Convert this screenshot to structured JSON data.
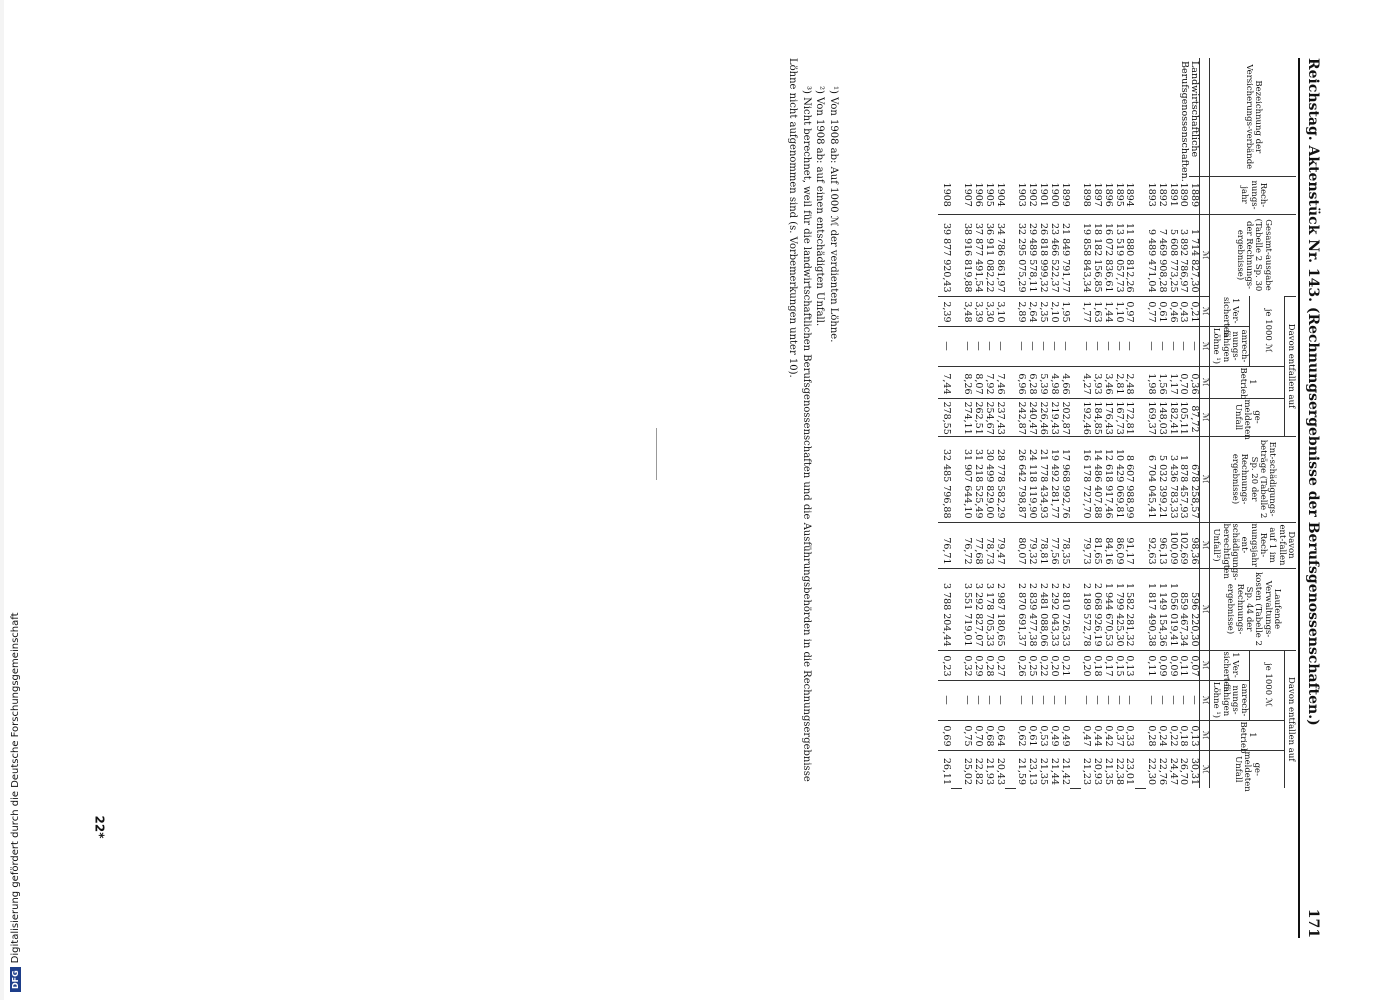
{
  "running_head": {
    "left": "Reichstag. Aktenstück Nr. 143. (Rechnungsergebnisse der Berufsgenossenschaften.)",
    "page_number": "171"
  },
  "table": {
    "headers": {
      "bezeichnung": "Bezeichnung der Versicherungs-verbände",
      "rechnungsjahr": "Rech-nungs-jahr",
      "gesamtausgabe": "Gesamt-ausgabe (Tabelle 2 Sp. 30 der Rechnungs-ergebnisse)",
      "davon_1": "Davon entfallen auf",
      "je1000": "je 1000 ℳ",
      "vers": "1 Ver-sicherten",
      "anrechnungsfaehige": "anrech-nungs-fähigen Löhne ¹)",
      "betrieb": "1 Betrieb",
      "gemeldeten": "ge-meldeten Unfall",
      "entschaedigung": "Ent-schädigungs-beträge (Tabelle 2 Sp. 20 der Rechnungs-ergebnisse)",
      "entschaedigung_davon": "Davon ent-fallen auf 1 im Rech-nungsjahr ent-schädigungs-berechtigten Unfall²)",
      "verwaltung": "Laufende Verwaltungs-kosten (Tabelle 2 Sp. 44 der Rechnungs-ergebnisse)",
      "davon_2": "Davon entfallen auf",
      "unit": "ℳ",
      "footnote_mark": "³)"
    },
    "group_name": "Landwirtschaftliche Berufsgenossenschaften.",
    "rows": [
      {
        "year": "1889",
        "ges": "1 714 827,30",
        "v1": "0,21",
        "l": "—",
        "b1": "0,36",
        "u1": "87,72",
        "ent": "678 258,57",
        "eu": "98,36",
        "vk": "596 220,30",
        "v2": "0,07",
        "l2": "—",
        "b2": "0,13",
        "u2": "30,31"
      },
      {
        "year": "1890",
        "ges": "3 892 786,97",
        "v1": "0,43",
        "l": "—",
        "b1": "0,70",
        "u1": "105,11",
        "ent": "1 878 457,93",
        "eu": "102,69",
        "vk": "859 467,34",
        "v2": "0,11",
        "l2": "—",
        "b2": "0,18",
        "u2": "26,70"
      },
      {
        "year": "1891",
        "ges": "5 608 773,25",
        "v1": "0,46",
        "l": "—",
        "b1": "1,17",
        "u1": "182,41",
        "ent": "3 436 783,33",
        "eu": "100,09",
        "vk": "1 056 019,41",
        "v2": "0,09",
        "l2": "—",
        "b2": "0,22",
        "u2": "24,47"
      },
      {
        "year": "1892",
        "ges": "7 469 908,28",
        "v1": "0,61",
        "l": "—",
        "b1": "1,56",
        "u1": "148,03",
        "ent": "5 032 399,21",
        "eu": "96,13",
        "vk": "1 149 154,36",
        "v2": "0,09",
        "l2": "—",
        "b2": "0,24",
        "u2": "22,76"
      },
      {
        "year": "1893",
        "ges": "9 489 471,04",
        "v1": "0,77",
        "l": "—",
        "b1": "1,98",
        "u1": "169,37",
        "ent": "6 704 045,41",
        "eu": "92,63",
        "vk": "1 817 490,38",
        "v2": "0,11",
        "l2": "—",
        "b2": "0,28",
        "u2": "22,30"
      },
      {
        "gap": true
      },
      {
        "year": "1894",
        "ges": "11 880 812,26",
        "v1": "0,97",
        "l": "—",
        "b1": "2,48",
        "u1": "172,81",
        "ent": "8 607 988,99",
        "eu": "91,17",
        "vk": "1 582 281,32",
        "v2": "0,13",
        "l2": "—",
        "b2": "0,33",
        "u2": "23,01"
      },
      {
        "year": "1895",
        "ges": "13 519 057,73",
        "v1": "1,10",
        "l": "—",
        "b1": "2,81",
        "u1": "167,73",
        "ent": "10 429 069,81",
        "eu": "86,09",
        "vk": "1 799 425,30",
        "v2": "0,15",
        "l2": "—",
        "b2": "0,37",
        "u2": "22,38"
      },
      {
        "year": "1896",
        "ges": "16 072 836,61",
        "v1": "1,44",
        "l": "—",
        "b1": "3,46",
        "u1": "176,43",
        "ent": "12 618 917,46",
        "eu": "84,16",
        "vk": "1 944 670,53",
        "v2": "0,17",
        "l2": "—",
        "b2": "0,42",
        "u2": "21,35"
      },
      {
        "year": "1897",
        "ges": "18 182 156,85",
        "v1": "1,63",
        "l": "—",
        "b1": "3,93",
        "u1": "184,85",
        "ent": "14 486 407,88",
        "eu": "81,65",
        "vk": "2 068 926,19",
        "v2": "0,18",
        "l2": "—",
        "b2": "0,44",
        "u2": "20,93"
      },
      {
        "year": "1898",
        "ges": "19 858 843,34",
        "v1": "1,77",
        "l": "—",
        "b1": "4,27",
        "u1": "192,46",
        "ent": "16 178 727,70",
        "eu": "79,73",
        "vk": "2 189 572,78",
        "v2": "0,20",
        "l2": "—",
        "b2": "0,47",
        "u2": "21,23"
      },
      {
        "gap": true
      },
      {
        "year": "1899",
        "ges": "21 849 791,77",
        "v1": "1,95",
        "l": "—",
        "b1": "4,66",
        "u1": "202,87",
        "ent": "17 968 992,76",
        "eu": "78,35",
        "vk": "2 810 726,33",
        "v2": "0,21",
        "l2": "—",
        "b2": "0,49",
        "u2": "21,42"
      },
      {
        "year": "1900",
        "ges": "23 466 522,37",
        "v1": "2,10",
        "l": "—",
        "b1": "4,98",
        "u1": "219,43",
        "ent": "19 492 281,77",
        "eu": "77,56",
        "vk": "2 292 043,33",
        "v2": "0,20",
        "l2": "—",
        "b2": "0,49",
        "u2": "21,44"
      },
      {
        "year": "1901",
        "ges": "26 818 999,32",
        "v1": "2,35",
        "l": "—",
        "b1": "5,39",
        "u1": "226,46",
        "ent": "21 778 434,93",
        "eu": "78,81",
        "vk": "2 481 088,06",
        "v2": "0,22",
        "l2": "—",
        "b2": "0,53",
        "u2": "21,35"
      },
      {
        "year": "1902",
        "ges": "29 489 578,11",
        "v1": "2,64",
        "l": "—",
        "b1": "6,28",
        "u1": "240,47",
        "ent": "24 118 119,90",
        "eu": "79,32",
        "vk": "2 839 477,38",
        "v2": "0,25",
        "l2": "—",
        "b2": "0,61",
        "u2": "23,13"
      },
      {
        "year": "1903",
        "ges": "32 295 075,29",
        "v1": "2,89",
        "l": "—",
        "b1": "6,96",
        "u1": "242,87",
        "ent": "26 642 798,87",
        "eu": "80,07",
        "vk": "2 870 691,37",
        "v2": "0,26",
        "l2": "—",
        "b2": "0,62",
        "u2": "21,59"
      },
      {
        "gap": true
      },
      {
        "year": "1904",
        "ges": "34 786 861,97",
        "v1": "3,10",
        "l": "—",
        "b1": "7,46",
        "u1": "237,43",
        "ent": "28 778 582,29",
        "eu": "79,47",
        "vk": "2 987 180,65",
        "v2": "0,27",
        "l2": "—",
        "b2": "0,64",
        "u2": "20,43"
      },
      {
        "year": "1905",
        "ges": "36 911 082,22",
        "v1": "3,30",
        "l": "—",
        "b1": "7,92",
        "u1": "254,67",
        "ent": "30 499 829,00",
        "eu": "78,73",
        "vk": "3 178 705,33",
        "v2": "0,28",
        "l2": "—",
        "b2": "0,68",
        "u2": "21,93"
      },
      {
        "year": "1906",
        "ges": "37 877 491,54",
        "v1": "3,39",
        "l": "—",
        "b1": "8,07",
        "u1": "262,51",
        "ent": "31 218 525,49",
        "eu": "77,68",
        "vk": "3 292 827,07",
        "v2": "0,29",
        "l2": "—",
        "b2": "0,70",
        "u2": "22,82"
      },
      {
        "year": "1907",
        "ges": "38 916 819,88",
        "v1": "3,48",
        "l": "—",
        "b1": "8,26",
        "u1": "274,11",
        "ent": "31 907 644,10",
        "eu": "76,72",
        "vk": "3 551 719,01",
        "v2": "0,32",
        "l2": "—",
        "b2": "0,75",
        "u2": "25,02"
      },
      {
        "gap": true
      },
      {
        "year": "1908",
        "ges": "39 877 920,43",
        "v1": "2,39",
        "l": "—",
        "b1": "7,44",
        "u1": "278,55",
        "ent": "32 485 796,88",
        "eu": "76,71",
        "vk": "3 788 204,44",
        "v2": "0,23",
        "l2": "—",
        "b2": "0,69",
        "u2": "26,11"
      }
    ]
  },
  "footnotes": [
    "¹) Von 1908 ab: Auf 1000 ℳ der verdienten Löhne.",
    "²) Von 1908 ab: auf einen entschädigten Unfall.",
    "³) Nicht berechnet, weil für die landwirtschaftlichen Berufsgenossenschaften und die Ausführungsbehörden in die Rechnungsergebnisse",
    "Löhne nicht aufgenommen sind (s. Vorbemerkungen unter 10)."
  ],
  "signature": "22*",
  "credit": {
    "logo": "DFG",
    "text": "Digitalisierung gefördert durch die Deutsche Forschungsgemeinschaft"
  }
}
